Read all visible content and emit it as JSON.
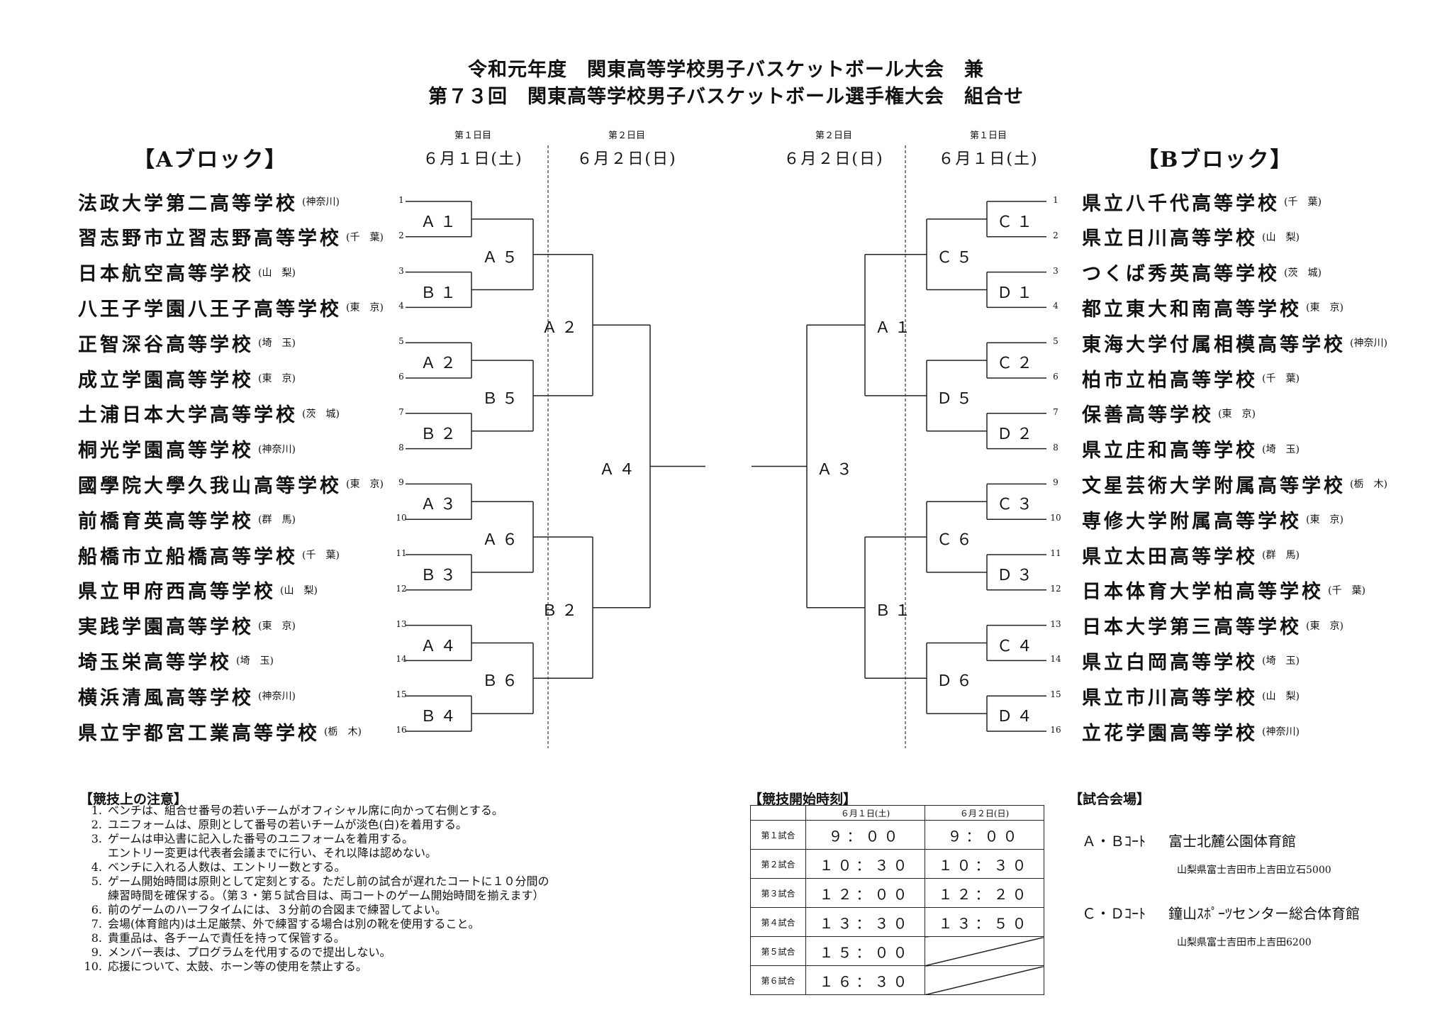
{
  "title_line1": "令和元年度　関東高等学校男子バスケットボール大会　兼",
  "title_line2": "第７３回　関東高等学校男子バスケットボール選手権大会　組合せ",
  "block_a": "【Aブロック】",
  "block_b": "【Bブロック】",
  "day1_small": "第１日目",
  "day2_small": "第２日目",
  "day1_date": "６月１日(土)",
  "day2_date": "６月２日(日)",
  "teams_a": [
    {
      "num": "1",
      "name": "法政大学第二高等学校",
      "pref": "(神奈川)"
    },
    {
      "num": "2",
      "name": "習志野市立習志野高等学校",
      "pref": "(千　葉)"
    },
    {
      "num": "3",
      "name": "日本航空高等学校",
      "pref": "(山　梨)"
    },
    {
      "num": "4",
      "name": "八王子学園八王子高等学校",
      "pref": "(東　京)"
    },
    {
      "num": "5",
      "name": "正智深谷高等学校",
      "pref": "(埼　玉)"
    },
    {
      "num": "6",
      "name": "成立学園高等学校",
      "pref": "(東　京)"
    },
    {
      "num": "7",
      "name": "土浦日本大学高等学校",
      "pref": "(茨　城)"
    },
    {
      "num": "8",
      "name": "桐光学園高等学校",
      "pref": "(神奈川)"
    },
    {
      "num": "9",
      "name": "國學院大學久我山高等学校",
      "pref": "(東　京)"
    },
    {
      "num": "10",
      "name": "前橋育英高等学校",
      "pref": "(群　馬)"
    },
    {
      "num": "11",
      "name": "船橋市立船橋高等学校",
      "pref": "(千　葉)"
    },
    {
      "num": "12",
      "name": "県立甲府西高等学校",
      "pref": "(山　梨)"
    },
    {
      "num": "13",
      "name": "実践学園高等学校",
      "pref": "(東　京)"
    },
    {
      "num": "14",
      "name": "埼玉栄高等学校",
      "pref": "(埼　玉)"
    },
    {
      "num": "15",
      "name": "横浜清風高等学校",
      "pref": "(神奈川)"
    },
    {
      "num": "16",
      "name": "県立宇都宮工業高等学校",
      "pref": "(栃　木)"
    }
  ],
  "teams_b": [
    {
      "num": "1",
      "name": "県立八千代高等学校",
      "pref": "(千　葉)"
    },
    {
      "num": "2",
      "name": "県立日川高等学校",
      "pref": "(山　梨)"
    },
    {
      "num": "3",
      "name": "つくば秀英高等学校",
      "pref": "(茨　城)"
    },
    {
      "num": "4",
      "name": "都立東大和南高等学校",
      "pref": "(東　京)"
    },
    {
      "num": "5",
      "name": "東海大学付属相模高等学校",
      "pref": "(神奈川)"
    },
    {
      "num": "6",
      "name": "柏市立柏高等学校",
      "pref": "(千　葉)"
    },
    {
      "num": "7",
      "name": "保善高等学校",
      "pref": "(東　京)"
    },
    {
      "num": "8",
      "name": "県立庄和高等学校",
      "pref": "(埼　玉)"
    },
    {
      "num": "9",
      "name": "文星芸術大学附属高等学校",
      "pref": "(栃　木)"
    },
    {
      "num": "10",
      "name": "専修大学附属高等学校",
      "pref": "(東　京)"
    },
    {
      "num": "11",
      "name": "県立太田高等学校",
      "pref": "(群　馬)"
    },
    {
      "num": "12",
      "name": "日本体育大学柏高等学校",
      "pref": "(千　葉)"
    },
    {
      "num": "13",
      "name": "日本大学第三高等学校",
      "pref": "(東　京)"
    },
    {
      "num": "14",
      "name": "県立白岡高等学校",
      "pref": "(埼　玉)"
    },
    {
      "num": "15",
      "name": "県立市川高等学校",
      "pref": "(山　梨)"
    },
    {
      "num": "16",
      "name": "立花学園高等学校",
      "pref": "(神奈川)"
    }
  ],
  "matches_a": {
    "r1": [
      "Ａ１",
      "Ｂ１",
      "Ａ２",
      "Ｂ２",
      "Ａ３",
      "Ｂ３",
      "Ａ４",
      "Ｂ４"
    ],
    "r2": [
      "Ａ５",
      "Ｂ５",
      "Ａ６",
      "Ｂ６"
    ],
    "r3": [
      "Ａ２",
      "Ｂ２"
    ],
    "final": "Ａ４"
  },
  "matches_b": {
    "r1": [
      "Ｃ１",
      "Ｄ１",
      "Ｃ２",
      "Ｄ２",
      "Ｃ３",
      "Ｄ３",
      "Ｃ４",
      "Ｄ４"
    ],
    "r2": [
      "Ｃ５",
      "Ｄ５",
      "Ｃ６",
      "Ｄ６"
    ],
    "r3": [
      "Ａ１",
      "Ｂ１"
    ],
    "final": "Ａ３"
  },
  "notes_title": "【競技上の注意】",
  "notes": [
    {
      "n": "1.",
      "t": "ベンチは、組合せ番号の若いチームがオフィシャル席に向かって右側とする。"
    },
    {
      "n": "2.",
      "t": "ユニフォームは、原則として番号の若いチームが淡色(白)を着用する。"
    },
    {
      "n": "3.",
      "t": "ゲームは申込書に記入した番号のユニフォームを着用する。"
    },
    {
      "n": "",
      "t": "エントリー変更は代表者会議までに行い、それ以降は認めない。"
    },
    {
      "n": "4.",
      "t": "ベンチに入れる人数は、エントリー数とする。"
    },
    {
      "n": "5.",
      "t": "ゲーム開始時間は原則として定刻とする。ただし前の試合が遅れたコートに１０分間の"
    },
    {
      "n": "",
      "t": "練習時間を確保する。（第３・第５試合目は、両コートのゲーム開始時間を揃えます）"
    },
    {
      "n": "6.",
      "t": "前のゲームのハーフタイムには、３分前の合図まで練習してよい。"
    },
    {
      "n": "7.",
      "t": "会場(体育館内)は土足厳禁、外で練習する場合は別の靴を使用すること。"
    },
    {
      "n": "8.",
      "t": "貴重品は、各チームで責任を持って保管する。"
    },
    {
      "n": "9.",
      "t": "メンバー表は、プログラムを代用するので提出しない。"
    },
    {
      "n": "10.",
      "t": "応援について、太鼓、ホーン等の使用を禁止する。"
    }
  ],
  "times_title": "【競技開始時刻】",
  "times_header": [
    "６月１日(土)",
    "６月２日(日)"
  ],
  "times": [
    {
      "label": "第１試合",
      "d1": "９：００",
      "d2": "９：００"
    },
    {
      "label": "第２試合",
      "d1": "１０：３０",
      "d2": "１０：３０"
    },
    {
      "label": "第３試合",
      "d1": "１２：００",
      "d2": "１２：２０"
    },
    {
      "label": "第４試合",
      "d1": "１３：３０",
      "d2": "１３：５０"
    },
    {
      "label": "第５試合",
      "d1": "１５：００",
      "d2": ""
    },
    {
      "label": "第６試合",
      "d1": "１６：３０",
      "d2": ""
    }
  ],
  "venue_title": "【試合会場】",
  "venues": [
    {
      "court": "Ａ・Ｂｺｰﾄ",
      "name": "富士北麓公園体育館",
      "addr": "山梨県富士吉田市上吉田立石5000"
    },
    {
      "court": "Ｃ・Ｄｺｰﾄ",
      "name": "鐘山ｽﾎﾟｰﾂセンター総合体育館",
      "addr": "山梨県富士吉田市上吉田6200"
    }
  ]
}
